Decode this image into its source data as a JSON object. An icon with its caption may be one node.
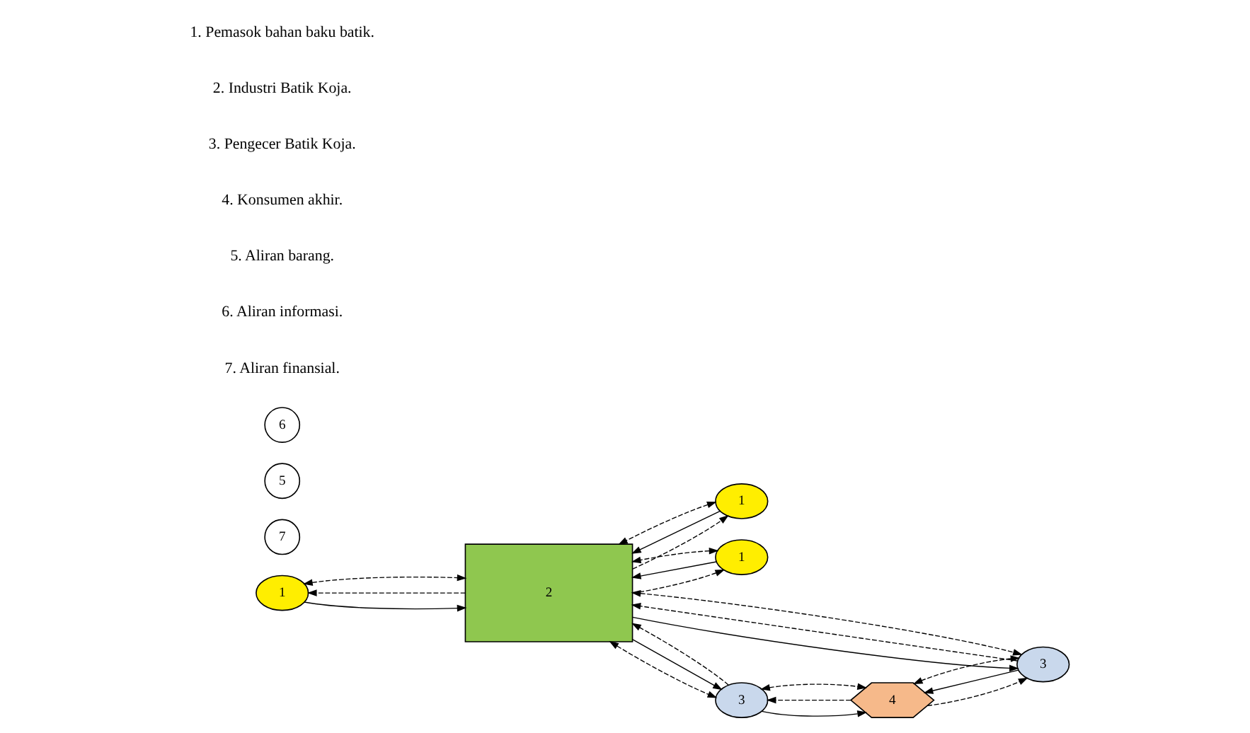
{
  "diagram": {
    "nodes": [
      {
        "text": [
          "1"
        ]
      },
      {
        "text": [
          "1"
        ]
      },
      {
        "text": [
          "1"
        ]
      },
      {
        "text": [
          "7"
        ]
      },
      {
        "text": [
          "5"
        ]
      },
      {
        "text": [
          "6"
        ]
      },
      {
        "text": [
          "2"
        ]
      },
      {
        "text": [
          "3"
        ]
      },
      {
        "text": [
          "3"
        ]
      },
      {
        "text": [
          "4"
        ]
      }
    ],
    "edges": [
      {
        "from": 6,
        "to": 0,
        "arrow": "to",
        "style": "dashed"
      },
      {
        "from": 6,
        "to": 1,
        "arrow": "to",
        "style": "dashed"
      },
      {
        "from": 6,
        "to": 2,
        "arrow": "to",
        "style": "dashed"
      },
      {
        "from": 0,
        "to": 6,
        "arrow": "to"
      },
      {
        "from": 1,
        "to": 6,
        "arrow": "to"
      },
      {
        "from": 2,
        "to": 6,
        "arrow": "to"
      },
      {
        "from": 0,
        "to": 6,
        "arrow": "both",
        "style": "dashed"
      },
      {
        "from": 1,
        "to": 6,
        "arrow": "both",
        "style": "dashed"
      },
      {
        "from": 2,
        "to": 6,
        "arrow": "both",
        "style": "dashed"
      },
      {
        "from": 7,
        "to": 6,
        "arrow": "to",
        "style": "dashed"
      },
      {
        "from": 6,
        "to": 7,
        "arrow": "to"
      },
      {
        "from": 6,
        "to": 7,
        "arrow": "both",
        "style": "dashed"
      },
      {
        "from": 6,
        "to": 8,
        "arrow": "both",
        "style": "dashed"
      },
      {
        "from": 6,
        "to": 8,
        "arrow": "to"
      },
      {
        "from": 8,
        "to": 6,
        "arrow": "to",
        "style": "dashed"
      },
      {
        "from": 9,
        "to": 7,
        "arrow": "to",
        "style": "dashed"
      },
      {
        "from": 9,
        "to": 8,
        "arrow": "to",
        "style": "dashed"
      },
      {
        "from": 7,
        "to": 9,
        "arrow": "to"
      },
      {
        "from": 8,
        "to": 9,
        "arrow": "to"
      },
      {
        "from": 7,
        "to": 9,
        "arrow": "both",
        "style": "dashed"
      },
      {
        "from": 8,
        "to": 9,
        "arrow": "both",
        "style": "dashed"
      }
    ],
    "legend": [
      {
        "text": "1. Pemasok bahan baku batik."
      },
      {
        "text": "2. Industri Batik Koja."
      },
      {
        "text": "3. Pengecer Batik Koja."
      },
      {
        "text": "4. Konsumen akhir."
      },
      {
        "text": "5. Aliran barang."
      },
      {
        "text": "6. Aliran informasi."
      },
      {
        "text": "7. Aliran finansial."
      }
    ]
  }
}
